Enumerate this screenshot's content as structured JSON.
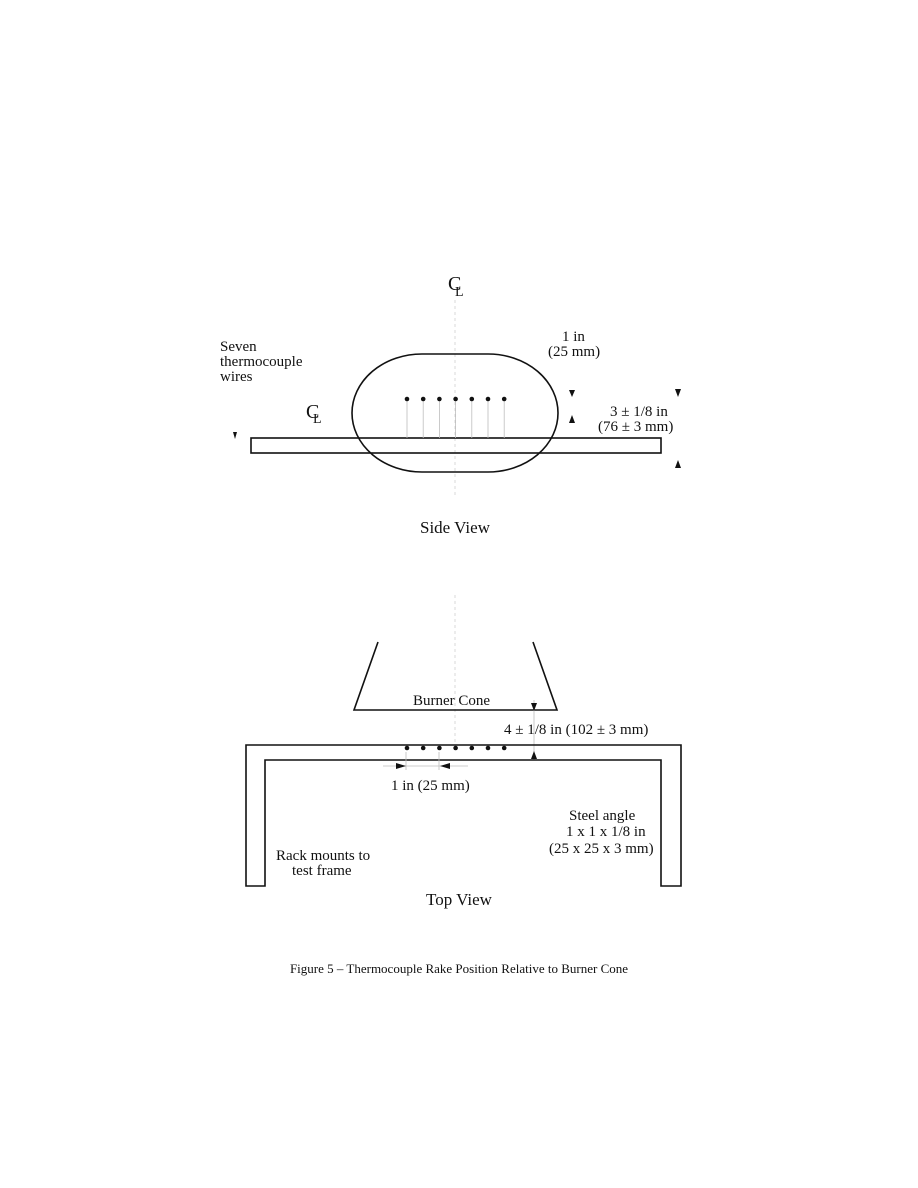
{
  "side_view": {
    "centerline_symbol": "C",
    "centerline_sub": "L",
    "rake_centerline_symbol": "C",
    "rake_centerline_sub": "L",
    "wires_label": [
      "Seven",
      "thermocouple",
      "wires"
    ],
    "spacing_label": [
      "1 in",
      "(25 mm)"
    ],
    "height_label": [
      "3 ± 1/8 in",
      "(76 ± 3 mm)"
    ],
    "title": "Side View",
    "thermocouple_count": 7
  },
  "top_view": {
    "cone_label": "Burner Cone",
    "distance_label": "4 ± 1/8 in (102 ± 3 mm)",
    "spacing_label": "1 in (25 mm)",
    "angle_label": [
      "Steel angle",
      "1 x 1 x 1/8 in",
      "(25 x 25 x 3 mm)"
    ],
    "mount_label": [
      "Rack mounts to",
      "test frame"
    ],
    "title": "Top View",
    "thermocouple_count": 7
  },
  "caption": "Figure 5 – Thermocouple Rake Position Relative to Burner Cone"
}
